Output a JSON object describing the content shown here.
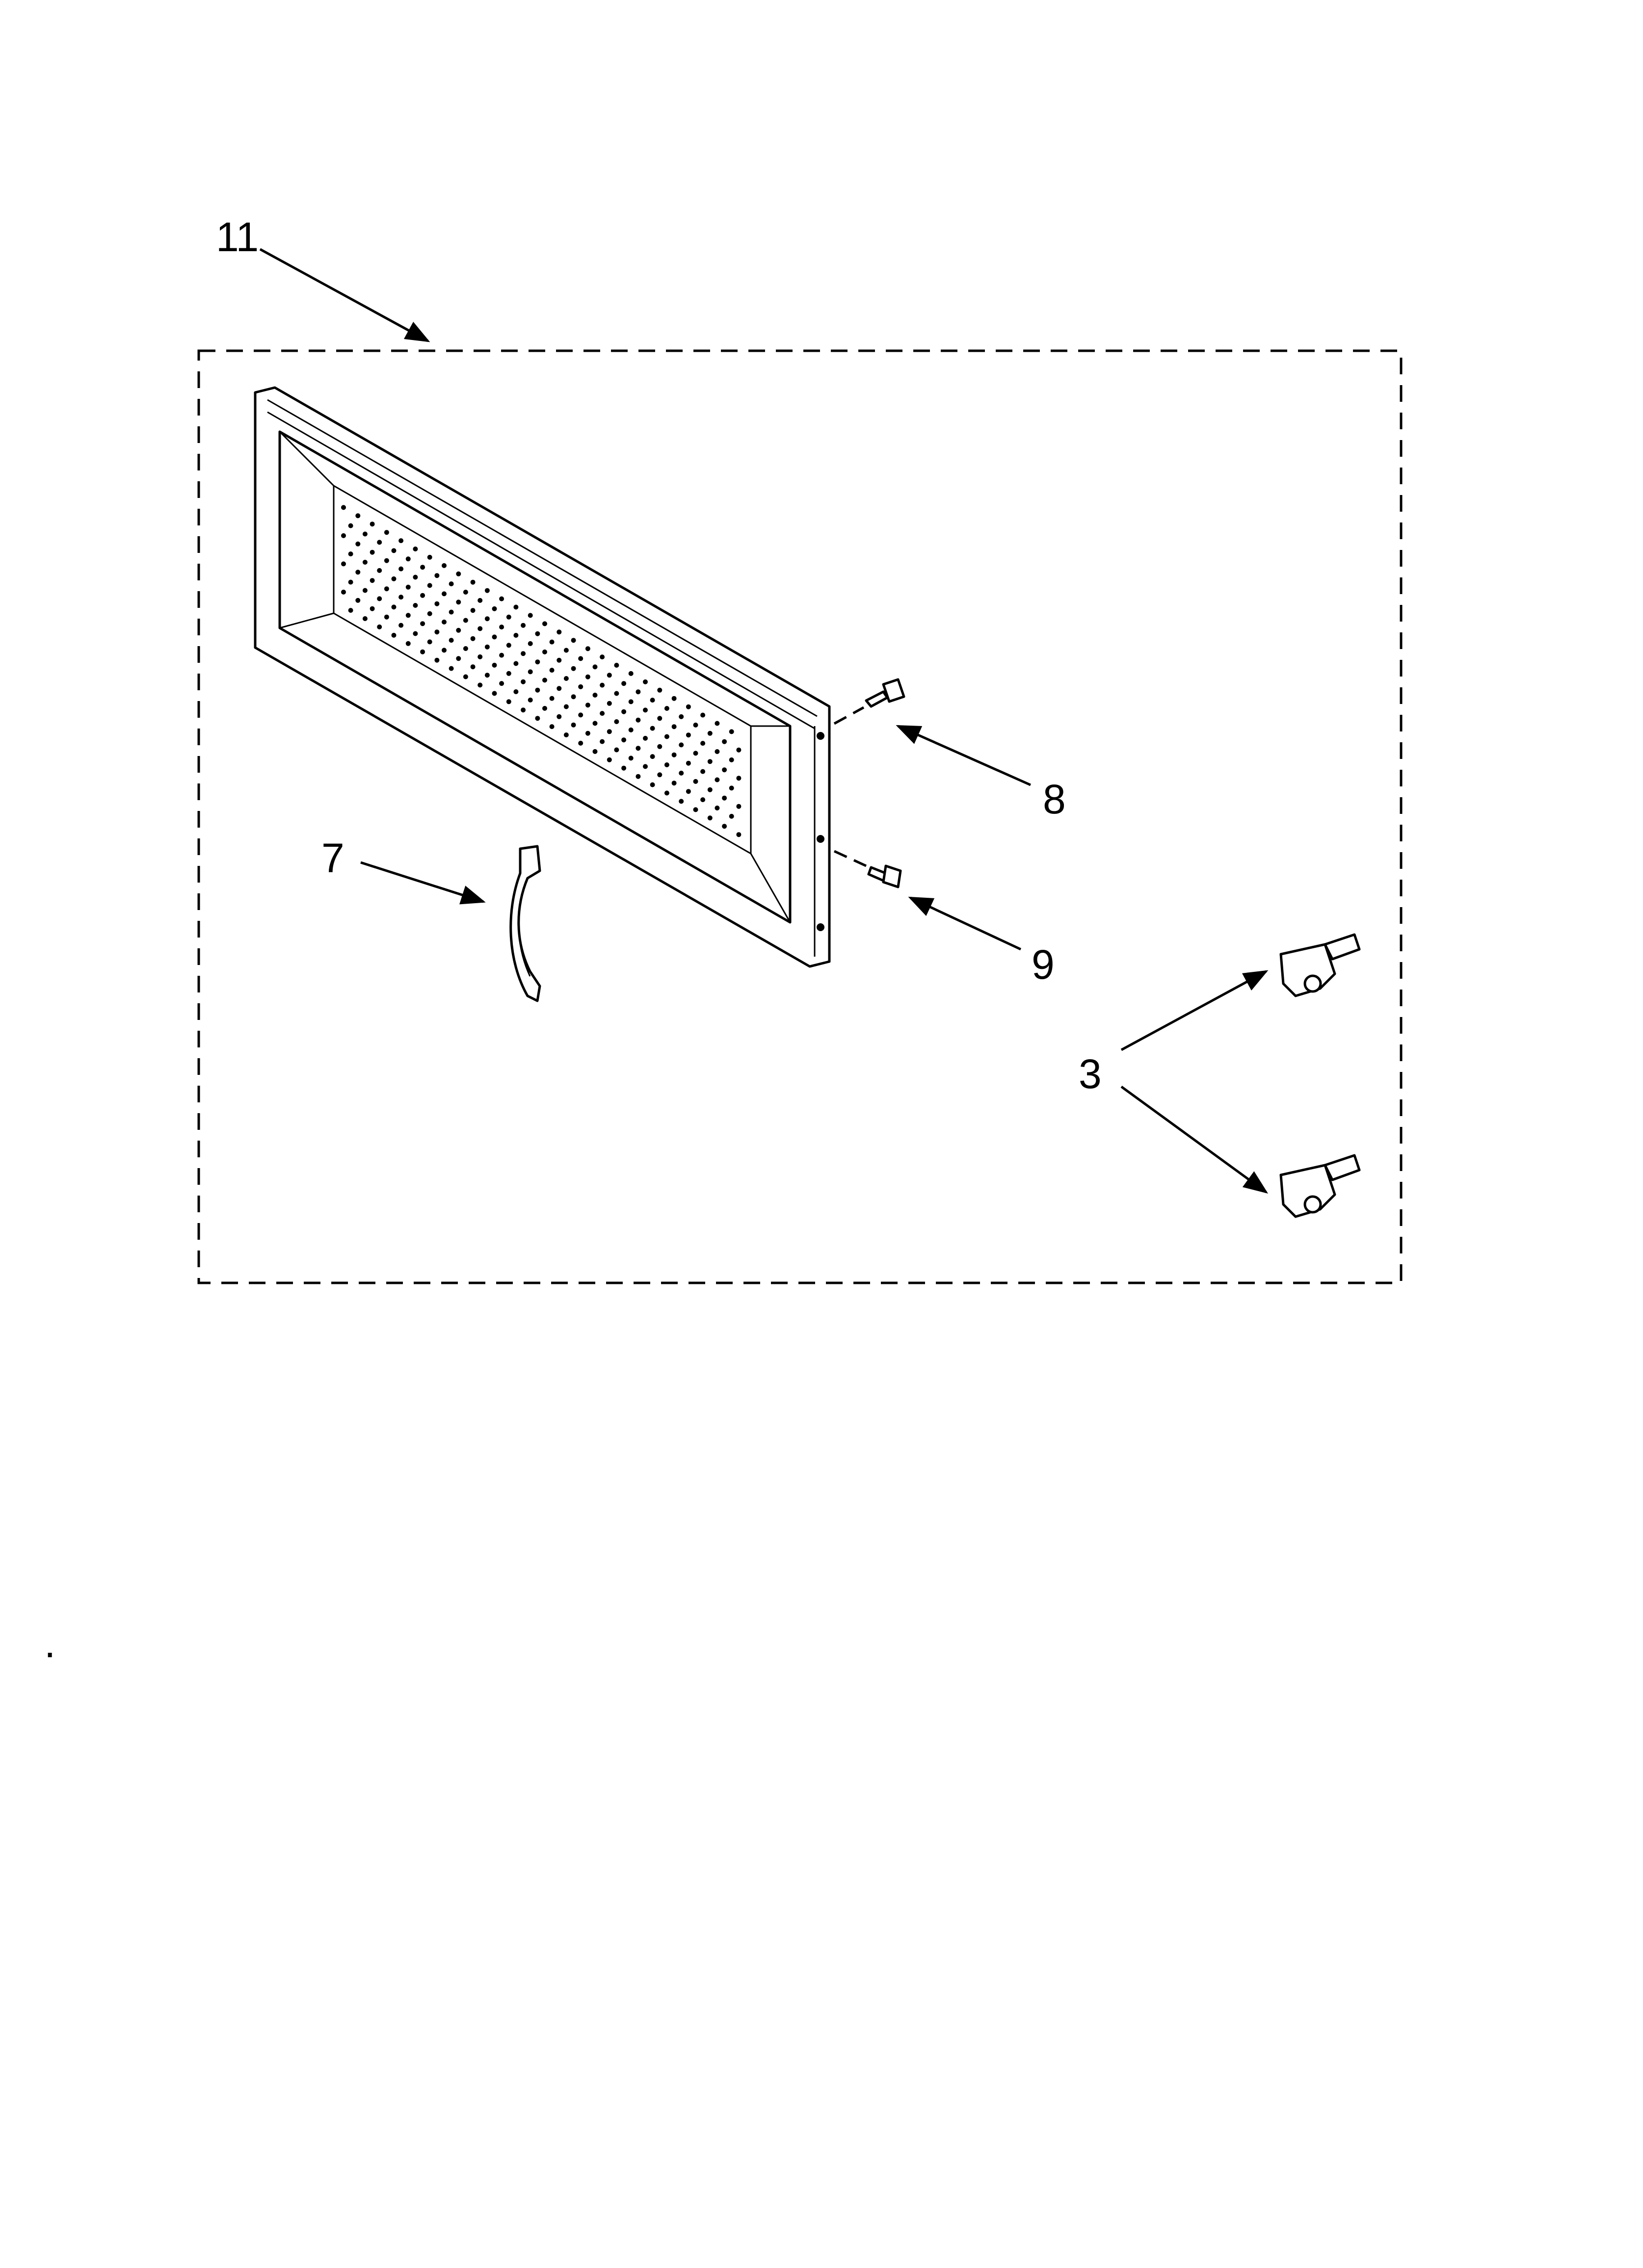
{
  "diagram": {
    "callouts": {
      "assembly": "11",
      "handle": "7",
      "screw_upper": "8",
      "screw_lower": "9",
      "clips": "3"
    },
    "stray_mark": "."
  }
}
